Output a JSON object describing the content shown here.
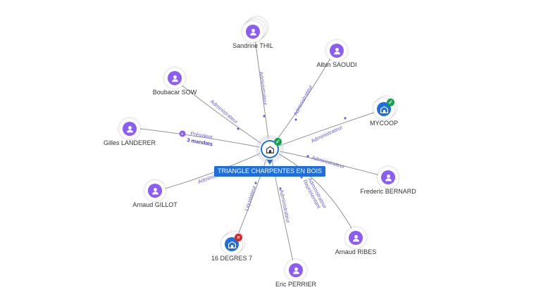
{
  "colors": {
    "person": "#8b5cf6",
    "company": "#1d6fe0",
    "edge": "#8f9399",
    "edge_label": "#6a5fd8",
    "status_active": "#16a34a",
    "status_closed": "#dc2626"
  },
  "center": {
    "name": "TRIANGLE CHARPENTES EN BOIS",
    "icon": "building-icon",
    "status": "active"
  },
  "nodes": [
    {
      "id": "sandrine",
      "name": "Sandrine THIL",
      "kind": "person",
      "icon": "person-icon"
    },
    {
      "id": "albin",
      "name": "Albin SAOUDI",
      "kind": "person",
      "icon": "person-icon"
    },
    {
      "id": "boubacar",
      "name": "Boubacar SOW",
      "kind": "person",
      "icon": "person-icon"
    },
    {
      "id": "mycoop",
      "name": "MYCOOP",
      "kind": "company",
      "icon": "building-icon",
      "status": "active"
    },
    {
      "id": "gilles",
      "name": "Gilles LANDERER",
      "kind": "person",
      "icon": "person-icon"
    },
    {
      "id": "frederic",
      "name": "Frederic BERNARD",
      "kind": "person",
      "icon": "person-icon"
    },
    {
      "id": "arnaud_g",
      "name": "Arnaud GILLOT",
      "kind": "person",
      "icon": "person-icon"
    },
    {
      "id": "arnaud_r",
      "name": "Arnaud RIBES",
      "kind": "person",
      "icon": "person-icon"
    },
    {
      "id": "degres",
      "name": "16 DEGRES 7",
      "kind": "company",
      "icon": "building-icon",
      "status": "closed"
    },
    {
      "id": "eric",
      "name": "Eric PERRIER",
      "kind": "person",
      "icon": "person-icon"
    }
  ],
  "edges": [
    {
      "id": "e-sandrine",
      "labels": [
        "Administrateur"
      ]
    },
    {
      "id": "e-albin",
      "labels": [
        "Administrateur"
      ]
    },
    {
      "id": "e-boubacar",
      "labels": [
        "Administrateur"
      ]
    },
    {
      "id": "e-mycoop",
      "labels": [
        "Administrateur"
      ]
    },
    {
      "id": "e-gilles",
      "labels": [
        "Président",
        "3 mandats"
      ]
    },
    {
      "id": "e-frederic",
      "labels": [
        "Administrateur"
      ]
    },
    {
      "id": "e-arnaud_g",
      "labels": [
        "Administrateur"
      ]
    },
    {
      "id": "e-arnaud_r",
      "labels": [
        "Administrateur",
        "Représentant"
      ]
    },
    {
      "id": "e-degres",
      "labels": [
        "Liquidateur"
      ]
    },
    {
      "id": "e-eric",
      "labels": [
        "Administrateur"
      ]
    }
  ]
}
